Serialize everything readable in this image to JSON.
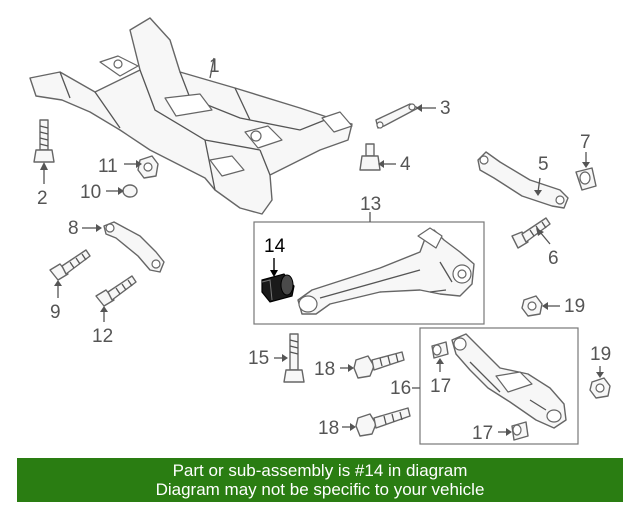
{
  "diagram": {
    "callouts": {
      "c1": "1",
      "c2": "2",
      "c3": "3",
      "c4": "4",
      "c5": "5",
      "c6": "6",
      "c7": "7",
      "c8": "8",
      "c9": "9",
      "c10": "10",
      "c11": "11",
      "c12": "12",
      "c13": "13",
      "c14": "14",
      "c15": "15",
      "c16": "16",
      "c17a": "17",
      "c17b": "17",
      "c18a": "18",
      "c18b": "18",
      "c19a": "19",
      "c19b": "19"
    },
    "highlight_color": "#000000",
    "line_color": "#555555",
    "highlighted_part": "14"
  },
  "banner": {
    "line1": "Part or sub-assembly is #14 in diagram",
    "line2": "Diagram may not be specific to your vehicle",
    "background": "#2a7d12",
    "text_color": "#ffffff"
  }
}
